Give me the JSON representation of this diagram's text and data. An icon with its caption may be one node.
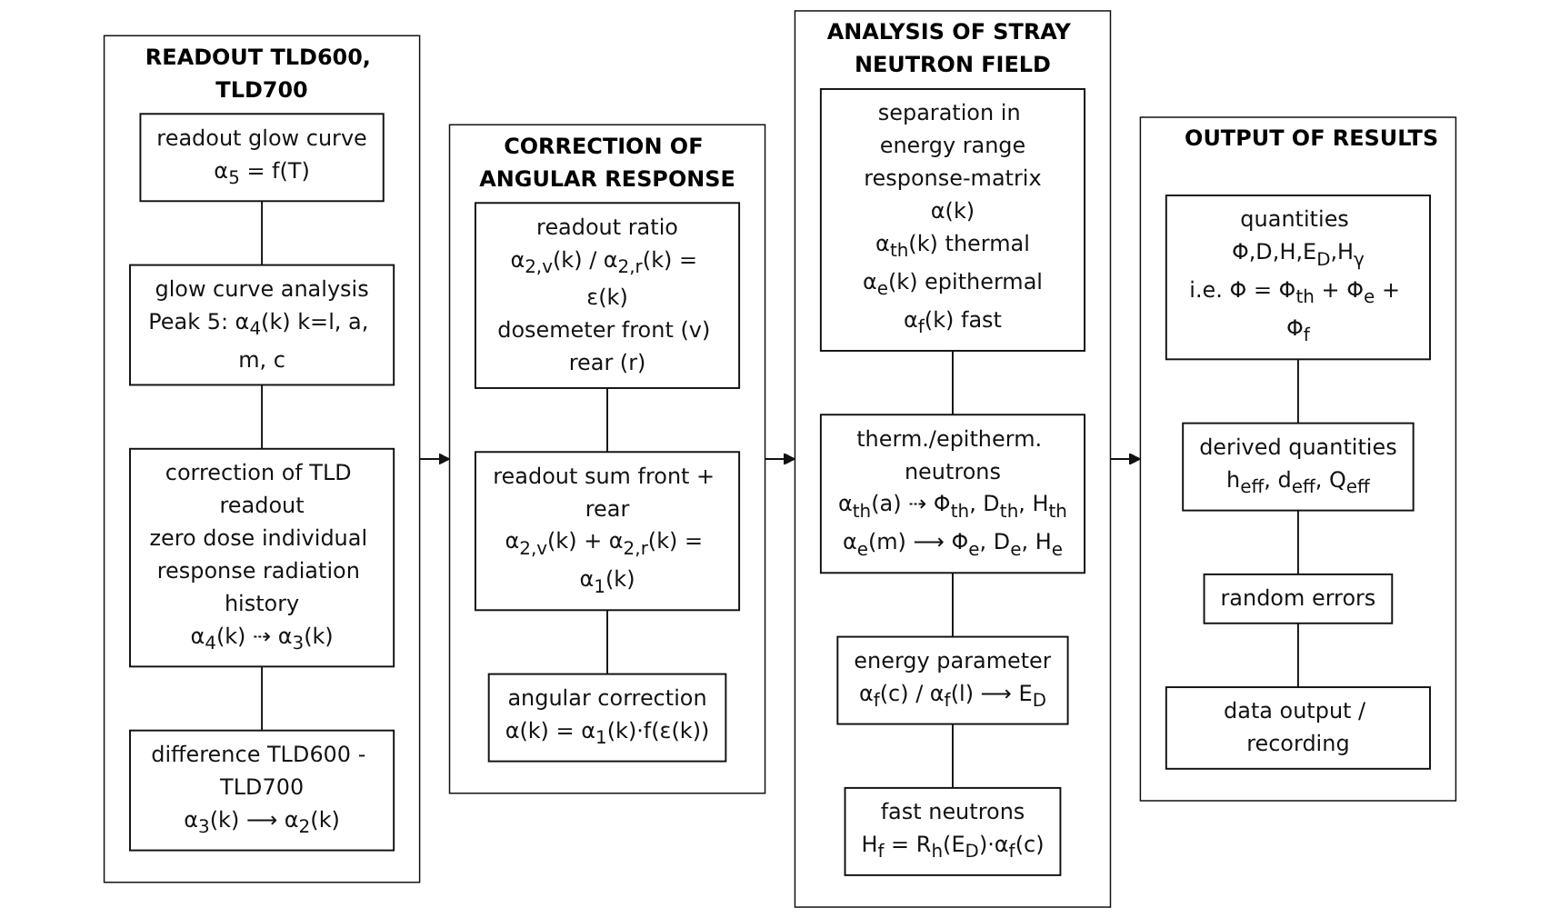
{
  "diagram": {
    "nodes": [
      {
        "text": [
          "READOUT TLD600, TLD700"
        ]
      },
      {
        "text": [
          "readout glow curve",
          "α$_{5}$ = f(T)"
        ],
        "in": 0
      },
      {
        "text": [
          "glow curve analysis",
          "Peak 5: α$_{4}$(k) k=l, a, m, c"
        ],
        "in": 0
      },
      {
        "text": [
          "correction of TLD readout",
          "zero dose individual response radiation history",
          "α$_{4}$(k) ⇢ α$_{3}$(k)"
        ],
        "in": 0
      },
      {
        "text": [
          "difference TLD600 - TLD700",
          "α$_{3}$(k) ⟶ α$_{2}$(k)"
        ],
        "in": 0
      },
      {
        "text": [
          "CORRECTION OF ANGULAR RESPONSE"
        ]
      },
      {
        "text": [
          "readout ratio",
          "α$_{2,v}$(k) / α$_{2,r}$(k) = ε(k)",
          "dosemeter front (v) rear (r)"
        ],
        "in": 5
      },
      {
        "text": [
          "readout sum front + rear",
          "α$_{2,v}$(k) + α$_{2,r}$(k) = α$_{1}$(k)"
        ],
        "in": 5
      },
      {
        "text": [
          "angular correction",
          "α(k) = α$_{1}$(k)·f(ε(k))"
        ],
        "in": 5
      },
      {
        "text": [
          "ANALYSIS OF STRAY NEUTRON FIELD"
        ]
      },
      {
        "text": [
          "separation in energy range",
          "response-matrix",
          "α(k)",
          "α$_{th}$(k) thermal",
          "α$_{e}$(k) epithermal",
          "α$_{f}$(k) fast"
        ],
        "in": 9
      },
      {
        "text": [
          "therm./epitherm. neutrons",
          "α$_{th}$(a) ⇢ Φ$_{th}$, D$_{th}$, H$_{th}$",
          "α$_{e}$(m) ⟶ Φ$_{e}$, D$_{e}$, H$_{e}$"
        ],
        "in": 9
      },
      {
        "text": [
          "energy parameter",
          "α$_{f}$(c) / α$_{f}$(l) ⟶ E$_{D}$"
        ],
        "in": 9
      },
      {
        "text": [
          "fast neutrons",
          "H$_{f}$ = R$_{h}$(E$_{D}$)·α$_{f}$(c)"
        ],
        "in": 9
      },
      {
        "text": [
          "OUTPUT OF RESULTS"
        ]
      },
      {
        "text": [
          "quantities Φ,D,H,E$_{D}$,H$_{γ}$",
          "i.e. Φ = Φ$_{th}$ + Φ$_{e}$ + Φ$_{f}$"
        ],
        "in": 14
      },
      {
        "text": [
          "derived quantities",
          "h$_{eff}$, d$_{eff}$, Q$_{eff}$"
        ],
        "in": 14
      },
      {
        "text": [
          "random errors"
        ],
        "in": 14
      },
      {
        "text": [
          "data output / recording"
        ],
        "in": 14
      }
    ],
    "edges": [
      {
        "from": 1,
        "to": 2,
        "arrow": "none"
      },
      {
        "from": 2,
        "to": 3,
        "arrow": "none"
      },
      {
        "from": 3,
        "to": 4,
        "arrow": "none"
      },
      {
        "from": 0,
        "to": 5,
        "arrow": "to"
      },
      {
        "from": 6,
        "to": 7,
        "arrow": "none"
      },
      {
        "from": 7,
        "to": 8,
        "arrow": "none"
      },
      {
        "from": 5,
        "to": 9,
        "arrow": "to"
      },
      {
        "from": 10,
        "to": 11,
        "arrow": "none"
      },
      {
        "from": 11,
        "to": 12,
        "arrow": "none"
      },
      {
        "from": 12,
        "to": 13,
        "arrow": "none"
      },
      {
        "from": 9,
        "to": 14,
        "arrow": "to"
      },
      {
        "from": 15,
        "to": 16,
        "arrow": "none"
      },
      {
        "from": 16,
        "to": 17,
        "arrow": "none"
      },
      {
        "from": 17,
        "to": 18,
        "arrow": "none"
      }
    ]
  }
}
